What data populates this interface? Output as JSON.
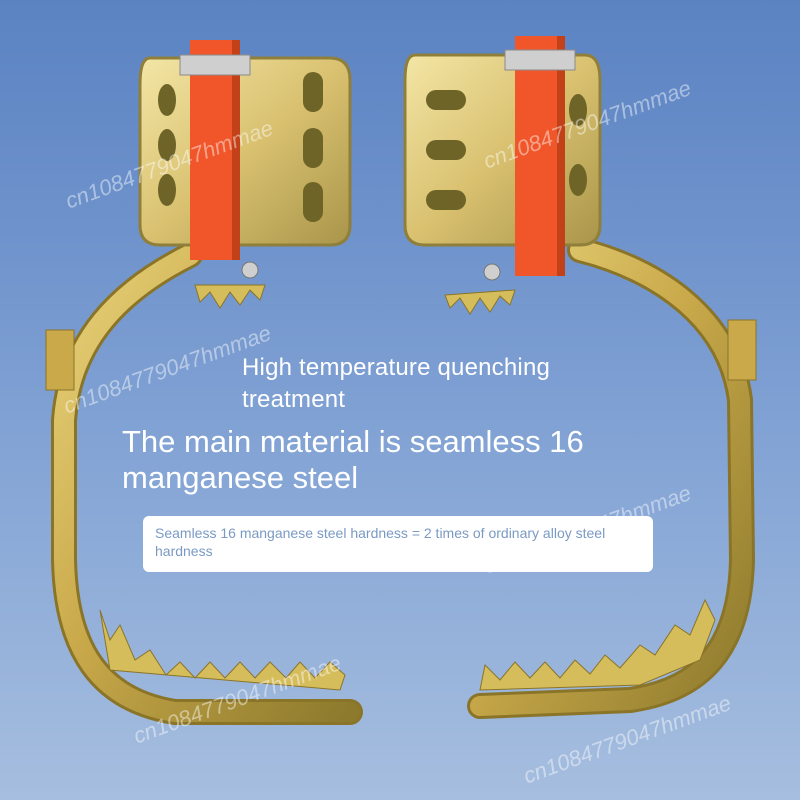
{
  "texts": {
    "headline_small": "High temperature quenching treatment",
    "headline_big": "The main material is seamless 16 manganese steel",
    "info": "Seamless 16 manganese steel hardness = 2 times of ordinary alloy steel hardness"
  },
  "watermark": "cn1084779047hmmae",
  "product": "pole climbing spikes",
  "colors": {
    "background_top": "#5b83c2",
    "background_bottom": "#a6bedf",
    "metal": "#c9a94a",
    "strap": "#f0562a",
    "info_text": "#7a9ac4"
  }
}
